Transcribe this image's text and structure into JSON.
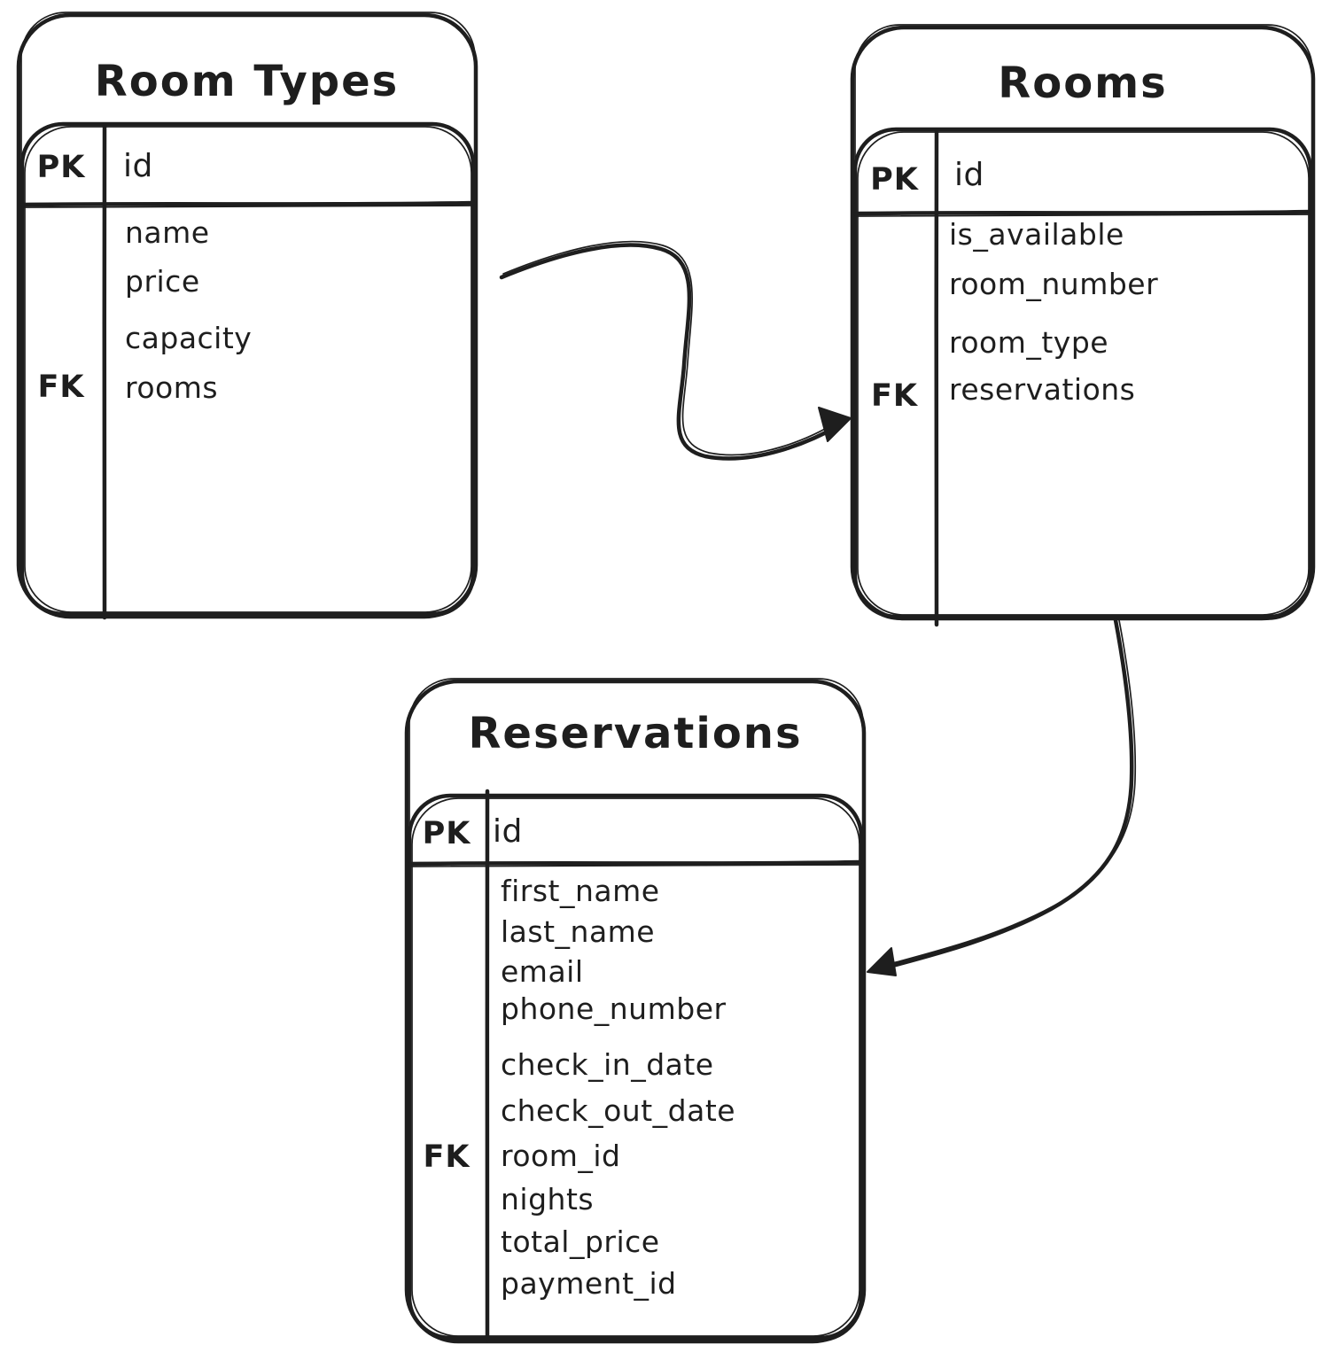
{
  "colors": {
    "ink": "#1e1e1e",
    "background": "#ffffff"
  },
  "tables": {
    "room_types": {
      "title": "Room Types",
      "pk_label": "PK",
      "fk_label": "FK",
      "pk_field": "id",
      "fk_field": "rooms",
      "fields": [
        "name",
        "price",
        "capacity",
        "rooms"
      ]
    },
    "rooms": {
      "title": "Rooms",
      "pk_label": "PK",
      "fk_label": "FK",
      "pk_field": "id",
      "fk_field": "reservations",
      "fields": [
        "is_available",
        "room_number",
        "room_type",
        "reservations"
      ]
    },
    "reservations": {
      "title": "Reservations",
      "pk_label": "PK",
      "fk_label": "FK",
      "pk_field": "id",
      "fk_field": "room_id",
      "fields": [
        "first_name",
        "last_name",
        "email",
        "phone_number",
        "check_in_date",
        "check_out_date",
        "room_id",
        "nights",
        "total_price",
        "payment_id"
      ]
    }
  },
  "relationships": [
    {
      "from": "Room Types",
      "to": "Rooms"
    },
    {
      "from": "Rooms",
      "to": "Reservations"
    }
  ]
}
